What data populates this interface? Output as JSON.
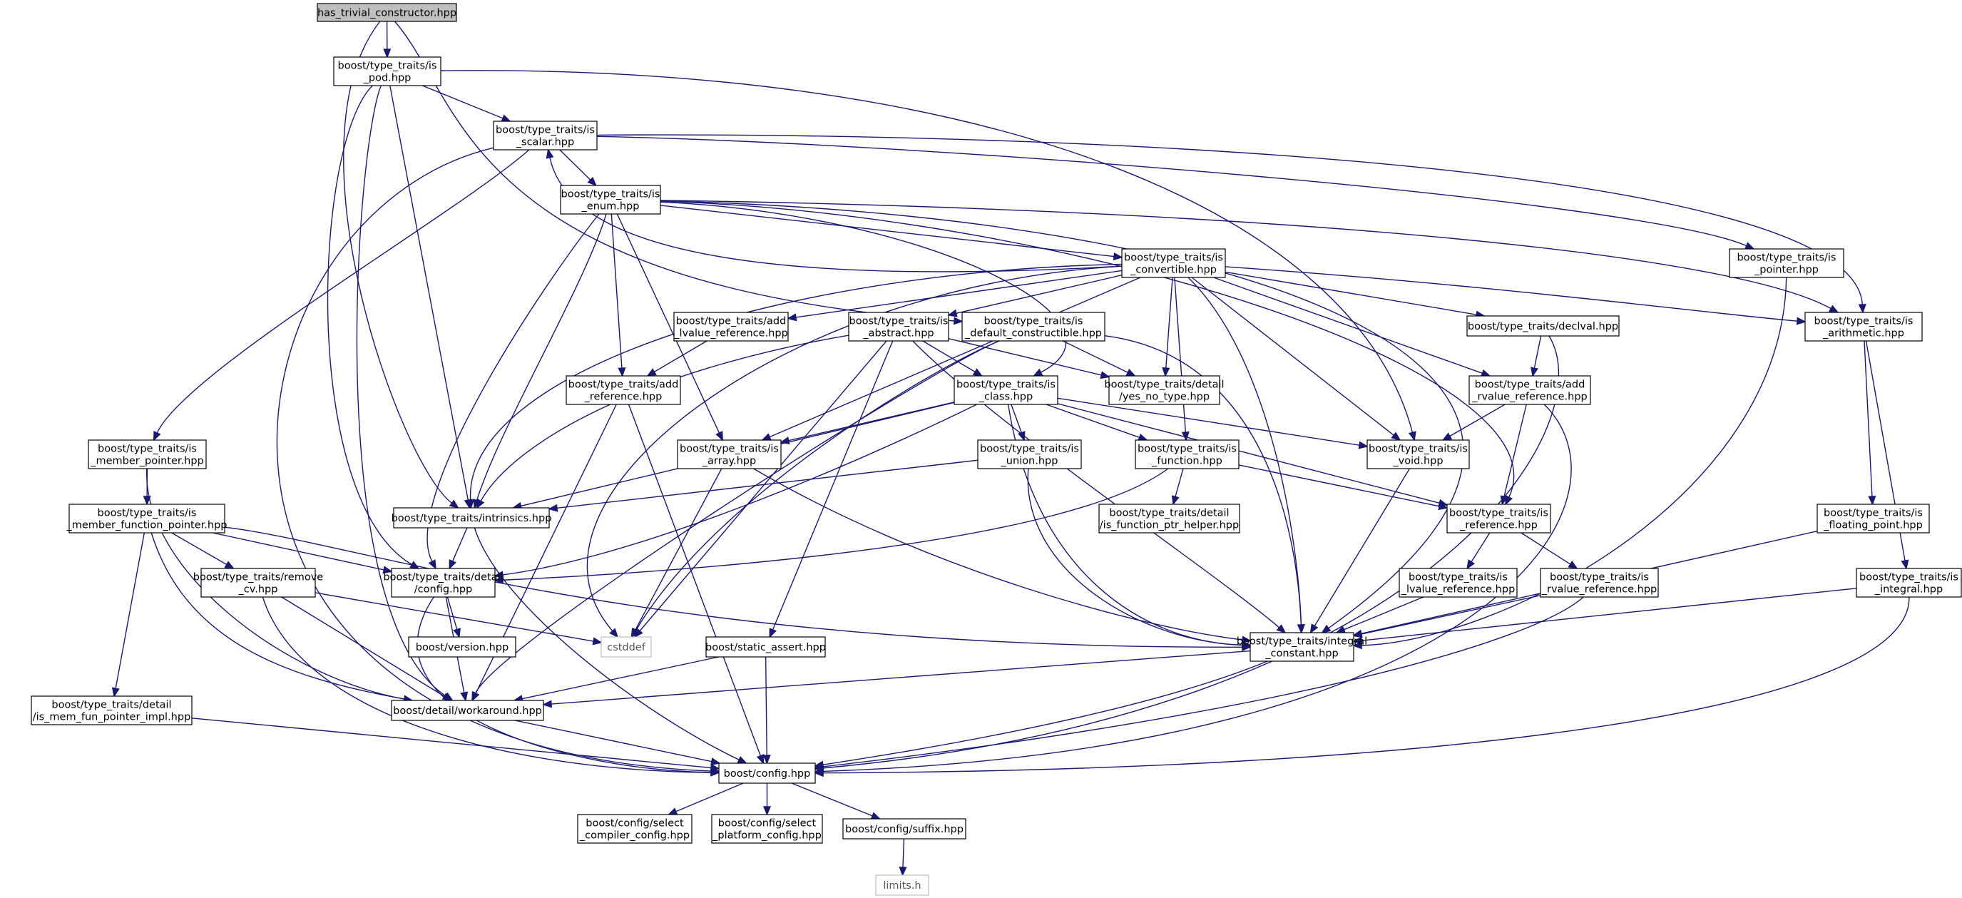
{
  "colors": {
    "edge": "#191970",
    "root_fill": "#bfbfbf",
    "node_border": "#000000",
    "external_border": "#bfbfbf"
  },
  "nodes": [
    {
      "id": "root",
      "lines": [
        "has_trivial_constructor.hpp"
      ],
      "style": "root"
    },
    {
      "id": "is_pod",
      "lines": [
        "boost/type_traits/is",
        "_pod.hpp"
      ]
    },
    {
      "id": "is_scalar",
      "lines": [
        "boost/type_traits/is",
        "_scalar.hpp"
      ]
    },
    {
      "id": "is_enum",
      "lines": [
        "boost/type_traits/is",
        "_enum.hpp"
      ]
    },
    {
      "id": "is_convertible",
      "lines": [
        "boost/type_traits/is",
        "_convertible.hpp"
      ]
    },
    {
      "id": "is_pointer",
      "lines": [
        "boost/type_traits/is",
        "_pointer.hpp"
      ]
    },
    {
      "id": "add_lvalue_ref",
      "lines": [
        "boost/type_traits/add",
        "_lvalue_reference.hpp"
      ]
    },
    {
      "id": "is_abstract",
      "lines": [
        "boost/type_traits/is",
        "_abstract.hpp"
      ]
    },
    {
      "id": "is_default_constructible",
      "lines": [
        "boost/type_traits/is",
        "_default_constructible.hpp"
      ]
    },
    {
      "id": "declval",
      "lines": [
        "boost/type_traits/declval.hpp"
      ]
    },
    {
      "id": "is_arithmetic",
      "lines": [
        "boost/type_traits/is",
        "_arithmetic.hpp"
      ]
    },
    {
      "id": "add_reference",
      "lines": [
        "boost/type_traits/add",
        "_reference.hpp"
      ]
    },
    {
      "id": "is_class",
      "lines": [
        "boost/type_traits/is",
        "_class.hpp"
      ]
    },
    {
      "id": "yes_no_type",
      "lines": [
        "boost/type_traits/detail",
        "/yes_no_type.hpp"
      ]
    },
    {
      "id": "add_rvalue_ref",
      "lines": [
        "boost/type_traits/add",
        "_rvalue_reference.hpp"
      ]
    },
    {
      "id": "is_member_pointer",
      "lines": [
        "boost/type_traits/is",
        "_member_pointer.hpp"
      ]
    },
    {
      "id": "is_array",
      "lines": [
        "boost/type_traits/is",
        "_array.hpp"
      ]
    },
    {
      "id": "is_union",
      "lines": [
        "boost/type_traits/is",
        "_union.hpp"
      ]
    },
    {
      "id": "is_function",
      "lines": [
        "boost/type_traits/is",
        "_function.hpp"
      ]
    },
    {
      "id": "is_void",
      "lines": [
        "boost/type_traits/is",
        "_void.hpp"
      ]
    },
    {
      "id": "is_member_function_pointer",
      "lines": [
        "boost/type_traits/is",
        "_member_function_pointer.hpp"
      ]
    },
    {
      "id": "intrinsics",
      "lines": [
        "boost/type_traits/intrinsics.hpp"
      ]
    },
    {
      "id": "is_function_ptr_helper",
      "lines": [
        "boost/type_traits/detail",
        "/is_function_ptr_helper.hpp"
      ]
    },
    {
      "id": "is_reference",
      "lines": [
        "boost/type_traits/is",
        "_reference.hpp"
      ]
    },
    {
      "id": "is_floating_point",
      "lines": [
        "boost/type_traits/is",
        "_floating_point.hpp"
      ]
    },
    {
      "id": "remove_cv",
      "lines": [
        "boost/type_traits/remove",
        "_cv.hpp"
      ]
    },
    {
      "id": "detail_config",
      "lines": [
        "boost/type_traits/detail",
        "/config.hpp"
      ]
    },
    {
      "id": "is_lvalue_ref",
      "lines": [
        "boost/type_traits/is",
        "_lvalue_reference.hpp"
      ]
    },
    {
      "id": "is_rvalue_ref",
      "lines": [
        "boost/type_traits/is",
        "_rvalue_reference.hpp"
      ]
    },
    {
      "id": "is_integral",
      "lines": [
        "boost/type_traits/is",
        "_integral.hpp"
      ]
    },
    {
      "id": "version",
      "lines": [
        "boost/version.hpp"
      ]
    },
    {
      "id": "cstddef",
      "lines": [
        "cstddef"
      ],
      "style": "ghost"
    },
    {
      "id": "static_assert",
      "lines": [
        "boost/static_assert.hpp"
      ]
    },
    {
      "id": "integral_constant",
      "lines": [
        "boost/type_traits/integral",
        "_constant.hpp"
      ]
    },
    {
      "id": "is_mem_fun_pointer_impl",
      "lines": [
        "boost/type_traits/detail",
        "/is_mem_fun_pointer_impl.hpp"
      ]
    },
    {
      "id": "workaround",
      "lines": [
        "boost/detail/workaround.hpp"
      ]
    },
    {
      "id": "config",
      "lines": [
        "boost/config.hpp"
      ]
    },
    {
      "id": "select_compiler",
      "lines": [
        "boost/config/select",
        "_compiler_config.hpp"
      ]
    },
    {
      "id": "select_platform",
      "lines": [
        "boost/config/select",
        "_platform_config.hpp"
      ]
    },
    {
      "id": "suffix",
      "lines": [
        "boost/config/suffix.hpp"
      ]
    },
    {
      "id": "limits",
      "lines": [
        "limits.h"
      ],
      "style": "ghost"
    }
  ],
  "edges": [
    [
      "root",
      "is_pod"
    ],
    [
      "root",
      "intrinsics"
    ],
    [
      "root",
      "is_default_constructible"
    ],
    [
      "is_pod",
      "is_scalar"
    ],
    [
      "is_pod",
      "intrinsics"
    ],
    [
      "is_pod",
      "detail_config"
    ],
    [
      "is_pod",
      "workaround"
    ],
    [
      "is_pod",
      "is_void"
    ],
    [
      "is_scalar",
      "is_enum"
    ],
    [
      "is_scalar",
      "is_member_pointer"
    ],
    [
      "is_scalar",
      "is_pointer"
    ],
    [
      "is_scalar",
      "is_arithmetic"
    ],
    [
      "is_scalar",
      "config"
    ],
    [
      "is_enum",
      "is_convertible"
    ],
    [
      "is_enum",
      "add_reference"
    ],
    [
      "is_enum",
      "is_array"
    ],
    [
      "is_enum",
      "is_class"
    ],
    [
      "is_enum",
      "intrinsics"
    ],
    [
      "is_enum",
      "detail_config"
    ],
    [
      "is_enum",
      "integral_constant"
    ],
    [
      "is_enum",
      "is_arithmetic"
    ],
    [
      "is_enum",
      "is_reference"
    ],
    [
      "is_convertible",
      "is_scalar"
    ],
    [
      "is_convertible",
      "add_lvalue_ref"
    ],
    [
      "is_convertible",
      "is_abstract"
    ],
    [
      "is_convertible",
      "declval"
    ],
    [
      "is_convertible",
      "is_arithmetic"
    ],
    [
      "is_convertible",
      "yes_no_type"
    ],
    [
      "is_convertible",
      "add_rvalue_ref"
    ],
    [
      "is_convertible",
      "is_array"
    ],
    [
      "is_convertible",
      "is_function"
    ],
    [
      "is_convertible",
      "is_void"
    ],
    [
      "is_convertible",
      "intrinsics"
    ],
    [
      "is_convertible",
      "cstddef"
    ],
    [
      "is_convertible",
      "integral_constant"
    ],
    [
      "is_pointer",
      "integral_constant"
    ],
    [
      "add_lvalue_ref",
      "add_reference"
    ],
    [
      "is_abstract",
      "is_class"
    ],
    [
      "is_abstract",
      "yes_no_type"
    ],
    [
      "is_abstract",
      "intrinsics"
    ],
    [
      "is_abstract",
      "static_assert"
    ],
    [
      "is_abstract",
      "cstddef"
    ],
    [
      "is_abstract",
      "integral_constant"
    ],
    [
      "is_default_constructible",
      "yes_no_type"
    ],
    [
      "is_default_constructible",
      "cstddef"
    ],
    [
      "is_default_constructible",
      "workaround"
    ],
    [
      "is_default_constructible",
      "integral_constant"
    ],
    [
      "declval",
      "add_rvalue_ref"
    ],
    [
      "declval",
      "config"
    ],
    [
      "is_arithmetic",
      "is_floating_point"
    ],
    [
      "is_arithmetic",
      "is_integral"
    ],
    [
      "add_reference",
      "workaround"
    ],
    [
      "add_reference",
      "config"
    ],
    [
      "is_class",
      "is_array"
    ],
    [
      "is_class",
      "is_union"
    ],
    [
      "is_class",
      "is_function"
    ],
    [
      "is_class",
      "is_void"
    ],
    [
      "is_class",
      "is_reference"
    ],
    [
      "is_class",
      "intrinsics"
    ],
    [
      "is_class",
      "detail_config"
    ],
    [
      "is_class",
      "integral_constant"
    ],
    [
      "add_rvalue_ref",
      "is_void"
    ],
    [
      "add_rvalue_ref",
      "is_reference"
    ],
    [
      "add_rvalue_ref",
      "config"
    ],
    [
      "is_member_pointer",
      "is_member_function_pointer"
    ],
    [
      "is_member_pointer",
      "workaround"
    ],
    [
      "is_array",
      "cstddef"
    ],
    [
      "is_array",
      "integral_constant"
    ],
    [
      "is_union",
      "intrinsics"
    ],
    [
      "is_union",
      "integral_constant"
    ],
    [
      "is_function",
      "is_function_ptr_helper"
    ],
    [
      "is_function",
      "is_reference"
    ],
    [
      "is_function",
      "detail_config"
    ],
    [
      "is_void",
      "integral_constant"
    ],
    [
      "is_member_function_pointer",
      "remove_cv"
    ],
    [
      "is_member_function_pointer",
      "is_mem_fun_pointer_impl"
    ],
    [
      "is_member_function_pointer",
      "detail_config"
    ],
    [
      "is_member_function_pointer",
      "workaround"
    ],
    [
      "is_member_function_pointer",
      "integral_constant"
    ],
    [
      "intrinsics",
      "detail_config"
    ],
    [
      "intrinsics",
      "config"
    ],
    [
      "is_reference",
      "is_lvalue_ref"
    ],
    [
      "is_reference",
      "is_rvalue_ref"
    ],
    [
      "is_floating_point",
      "integral_constant"
    ],
    [
      "remove_cv",
      "cstddef"
    ],
    [
      "remove_cv",
      "workaround"
    ],
    [
      "remove_cv",
      "config"
    ],
    [
      "detail_config",
      "version"
    ],
    [
      "detail_config",
      "workaround"
    ],
    [
      "detail_config",
      "config"
    ],
    [
      "is_lvalue_ref",
      "integral_constant"
    ],
    [
      "is_rvalue_ref",
      "integral_constant"
    ],
    [
      "is_rvalue_ref",
      "config"
    ],
    [
      "is_integral",
      "integral_constant"
    ],
    [
      "is_integral",
      "config"
    ],
    [
      "static_assert",
      "workaround"
    ],
    [
      "static_assert",
      "config"
    ],
    [
      "integral_constant",
      "workaround"
    ],
    [
      "integral_constant",
      "config"
    ],
    [
      "is_mem_fun_pointer_impl",
      "config"
    ],
    [
      "workaround",
      "config"
    ],
    [
      "config",
      "select_compiler"
    ],
    [
      "config",
      "select_platform"
    ],
    [
      "config",
      "suffix"
    ],
    [
      "suffix",
      "limits"
    ]
  ]
}
